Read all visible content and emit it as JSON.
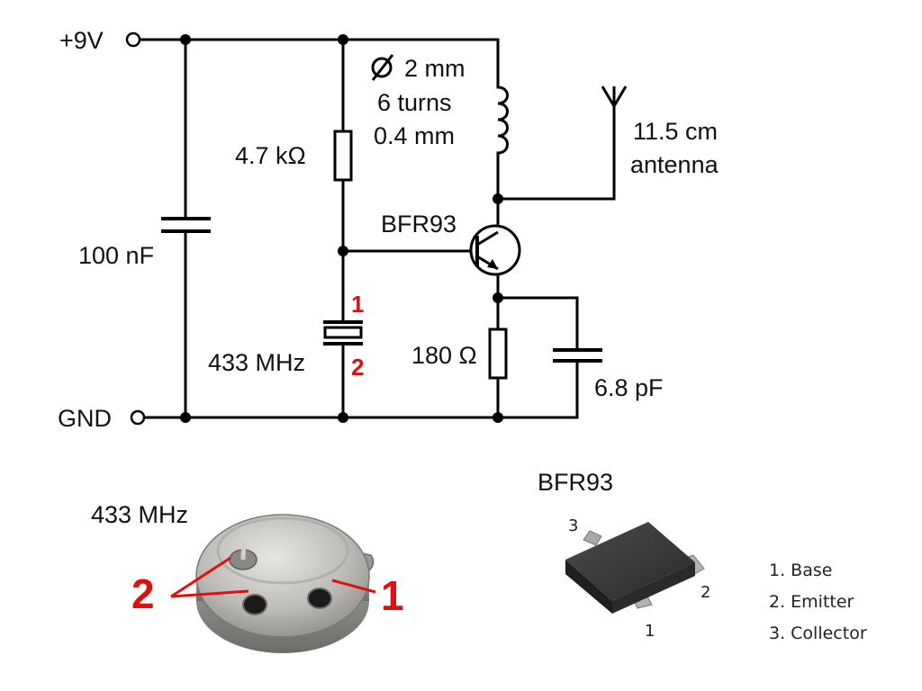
{
  "supply": {
    "vplus_label": "+9V",
    "gnd_label": "GND"
  },
  "components": {
    "capacitor_bypass": "100 nF",
    "resistor_base": "4.7 kΩ",
    "crystal": "433 MHz",
    "crystal_pin1": "1",
    "crystal_pin2": "2",
    "coil_line1": "2 mm",
    "coil_line2": "6 turns",
    "coil_line3": "0.4 mm",
    "transistor": "BFR93",
    "antenna_line1": "11.5 cm",
    "antenna_line2": "antenna",
    "resistor_emitter": "180 Ω",
    "capacitor_feedback": "6.8 pF"
  },
  "crystal_photo": {
    "title": "433 MHz",
    "label_2": "2",
    "label_1": "1"
  },
  "transistor_package": {
    "title": "BFR93",
    "pin_labels": [
      "3",
      "2",
      "1"
    ],
    "pinout": [
      "1. Base",
      "2. Emitter",
      "3. Collector"
    ]
  },
  "colors": {
    "annotation": "#e01010",
    "wire": "#000000"
  }
}
